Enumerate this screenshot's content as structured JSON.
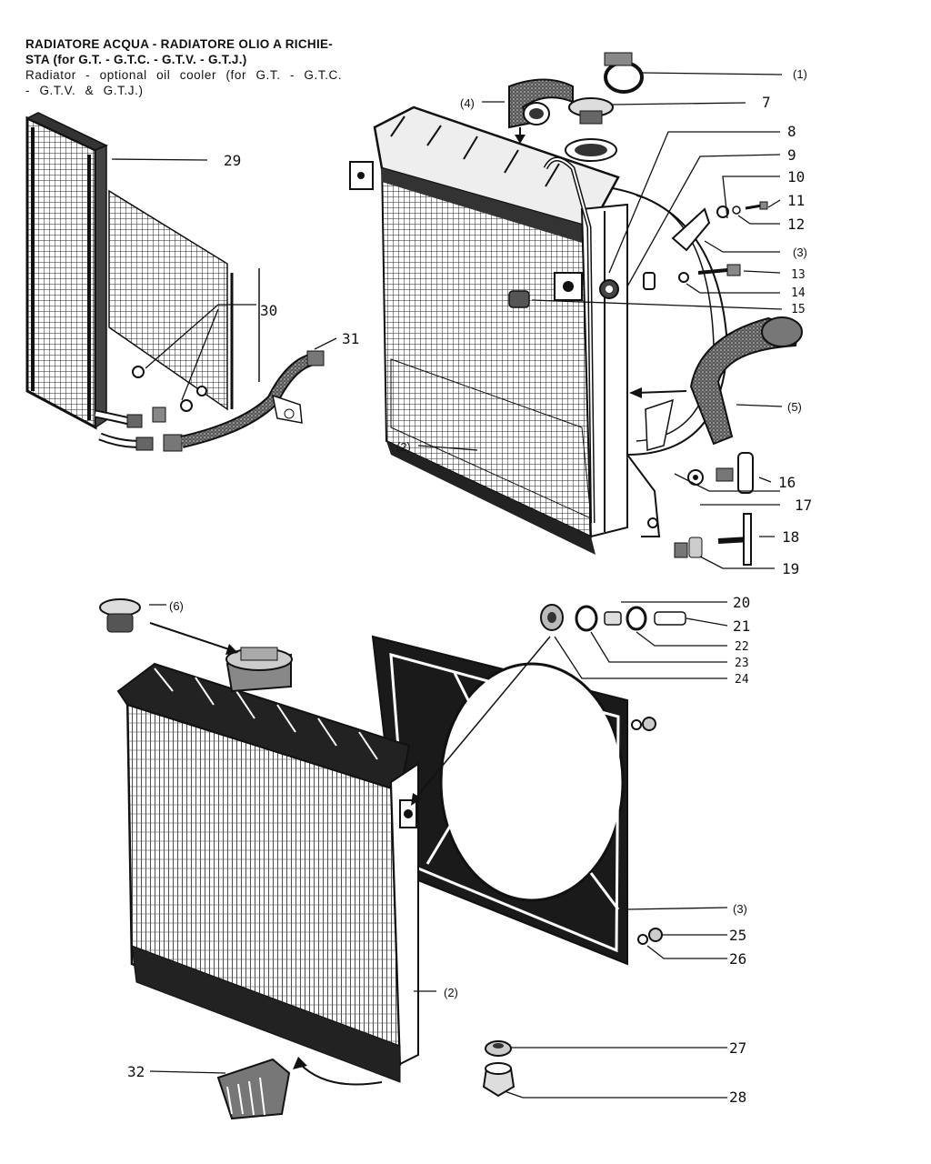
{
  "header": {
    "line1": "RADIATORE ACQUA  -  RADIATORE OLIO A RICHIE-",
    "line2": "STA (for G.T. - G.T.C. - G.T.V. - G.T.J.)",
    "line3": "Radiator  -  optional   oil  cooler  (for G.T. - G.T.C.",
    "line4": "- G.T.V. & G.T.J.)"
  },
  "callouts": {
    "c1": "(1)",
    "c2a": "(2)",
    "c2b": "(2)",
    "c3a": "(3)",
    "c3b": "(3)",
    "c4": "(4)",
    "c5": "(5)",
    "c6": "(6)",
    "c7": "7",
    "c8": "8",
    "c9": "9",
    "c10": "10",
    "c11": "11",
    "c12": "12",
    "c13": "13",
    "c14": "14",
    "c15": "15",
    "c16": "16",
    "c17": "17",
    "c18": "18",
    "c19": "19",
    "c20": "20",
    "c21": "21",
    "c22": "22",
    "c23": "23",
    "c24": "24",
    "c25": "25",
    "c26": "26",
    "c27": "27",
    "c28": "28",
    "c29": "29",
    "c30": "30",
    "c31": "31",
    "c32": "32"
  },
  "colors": {
    "ink": "#111111",
    "paper": "#ffffff"
  }
}
